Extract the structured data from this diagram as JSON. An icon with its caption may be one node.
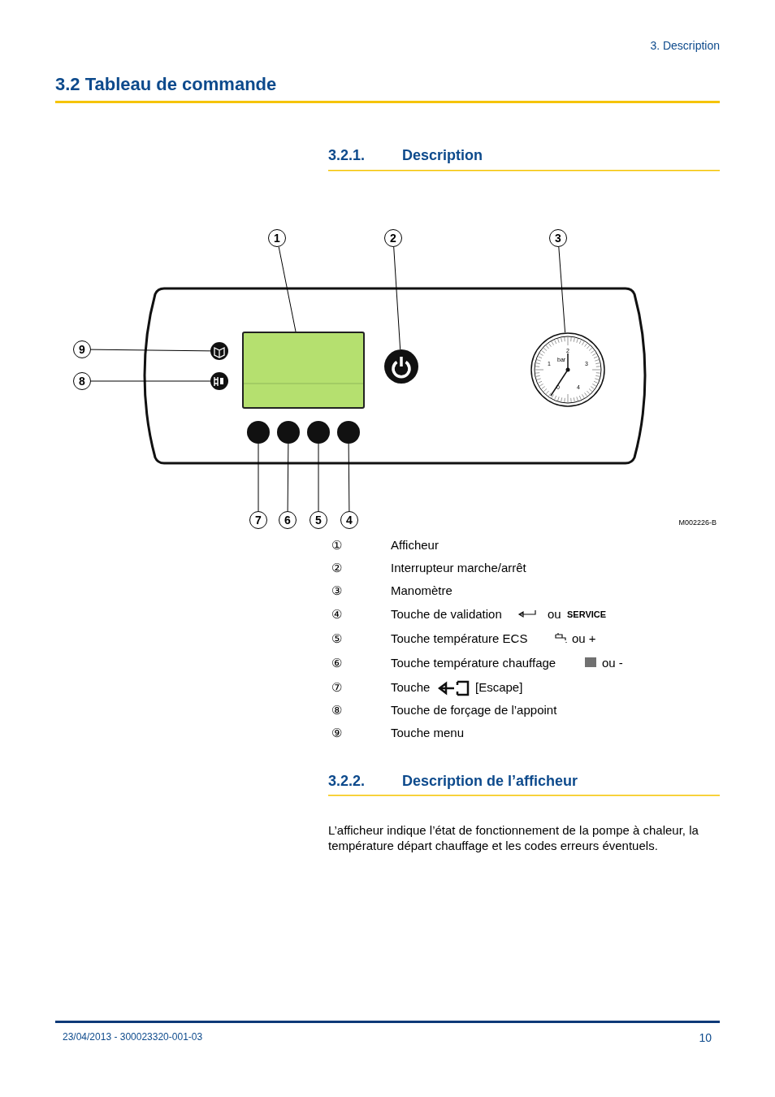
{
  "diagram": {
    "title": "3.2 Tableau de commande",
    "nodes": [
      {
        "text": [
          "1"
        ]
      },
      {
        "text": [
          "2"
        ]
      },
      {
        "text": [
          "3"
        ]
      },
      {
        "text": [
          "9"
        ]
      },
      {
        "text": [
          "8"
        ]
      },
      {
        "text": [
          "7"
        ]
      },
      {
        "text": [
          "6"
        ]
      },
      {
        "text": [
          "5"
        ]
      },
      {
        "text": [
          "4"
        ]
      },
      {
        "text": [],
        "shape": "box"
      },
      {
        "text": [],
        "shape": "circle"
      },
      {
        "text": [],
        "shape": "circle"
      },
      {
        "text": [],
        "shape": "circle"
      },
      {
        "text": [],
        "shape": "circle"
      },
      {
        "text": [],
        "shape": "circle"
      },
      {
        "text": [],
        "shape": "circle"
      },
      {
        "text": [],
        "shape": "circle"
      },
      {
        "text": [],
        "shape": "circle"
      }
    ],
    "edges": [
      {
        "from": 0,
        "to": 9,
        "arrow": "none"
      },
      {
        "from": 1,
        "to": 10,
        "arrow": "none"
      },
      {
        "from": 2,
        "to": 11,
        "arrow": "none"
      },
      {
        "from": 3,
        "to": 12,
        "arrow": "none"
      },
      {
        "from": 4,
        "to": 13,
        "arrow": "none"
      },
      {
        "from": 5,
        "to": 14,
        "arrow": "none"
      },
      {
        "from": 6,
        "to": 15,
        "arrow": "none"
      },
      {
        "from": 7,
        "to": 16,
        "arrow": "none"
      },
      {
        "from": 8,
        "to": 17,
        "arrow": "none"
      }
    ],
    "labels": [
      "3. Description",
      "3.2.1.",
      "Description",
      "bar",
      "2",
      "1",
      "3",
      "0",
      "4",
      "M002226-B",
      "①",
      "Afficheur",
      "②",
      "Interrupteur marche/arrêt",
      "③",
      "Manomètre",
      "④",
      "Touche de validation",
      "ou",
      "SERVICE",
      "⑤",
      "Touche température ECS",
      "ou +",
      "⑥",
      "Touche température chauffage",
      "ou -",
      "⑦",
      "Touche",
      "[Escape]",
      "⑧",
      "Touche de forçage de l’appoint",
      "⑨",
      "Touche menu",
      "3.2.2.",
      "Description de l’afficheur",
      "L’afficheur indique l’état de fonctionnement de la pompe à chaleur, la température départ chauffage et les codes erreurs éventuels.",
      "23/04/2013 - 300023320-001-03",
      "10"
    ]
  }
}
